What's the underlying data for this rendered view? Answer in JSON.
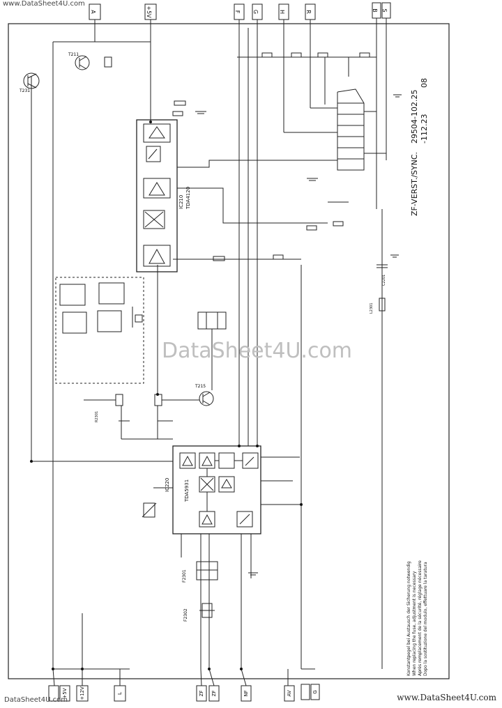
{
  "watermarks": {
    "top_left": "www.DataSheet4U.com",
    "middle": "DataSheet4U.com",
    "bottom_right": "www.DataSheet4U.com",
    "bottom_left": "DataSheet4U.com"
  },
  "title_block": {
    "title": "ZF-VERST./SYNC.",
    "part_number": "29504-102.25",
    "part_number_2": "-112.23",
    "rev": "08"
  },
  "top_connectors": [
    {
      "id": "top-conn-1",
      "label": "A"
    },
    {
      "id": "top-conn-2",
      "label": "+5V"
    },
    {
      "id": "top-conn-3",
      "label": "F"
    },
    {
      "id": "top-conn-4",
      "label": "G"
    },
    {
      "id": "top-conn-5",
      "label": "H"
    },
    {
      "id": "top-conn-6",
      "label": "R"
    },
    {
      "id": "top-conn-7",
      "label": "B"
    },
    {
      "id": "top-conn-8",
      "label": "S"
    }
  ],
  "bottom_connectors": [
    {
      "id": "bot-conn-1",
      "label": "+5V"
    },
    {
      "id": "bot-conn-2",
      "label": "+12V"
    },
    {
      "id": "bot-conn-3",
      "label": "L"
    },
    {
      "id": "bot-conn-4",
      "label": "ZF"
    },
    {
      "id": "bot-conn-5",
      "label": "ZF"
    },
    {
      "id": "bot-conn-6",
      "label": "NF"
    },
    {
      "id": "bot-conn-7",
      "label": "AV"
    },
    {
      "id": "bot-conn-8",
      "label": "G"
    }
  ],
  "ic_labels": {
    "upper_ic_ref": "IC210",
    "upper_ic_type": "TDA4120",
    "lower_ic_ref": "IC220",
    "lower_ic_type": "TDA5931"
  },
  "components": {
    "t231": "T231",
    "t211": "T211",
    "t215": "T215",
    "f2301": "F2301",
    "f2302": "F2302",
    "r2301": "R2301",
    "c2201": "C2201",
    "l2301": "L2301"
  },
  "notes": {
    "line1": "Konstantpegel bei Austausch der Sicherung notwendig",
    "line2": "When replacing the fuse, adjustment is necessary",
    "line3": "Après remplacement de la sécurité, réglage nécessaire",
    "line4": "Dopo la sostituzione del modulo, effettuare la taratura"
  }
}
